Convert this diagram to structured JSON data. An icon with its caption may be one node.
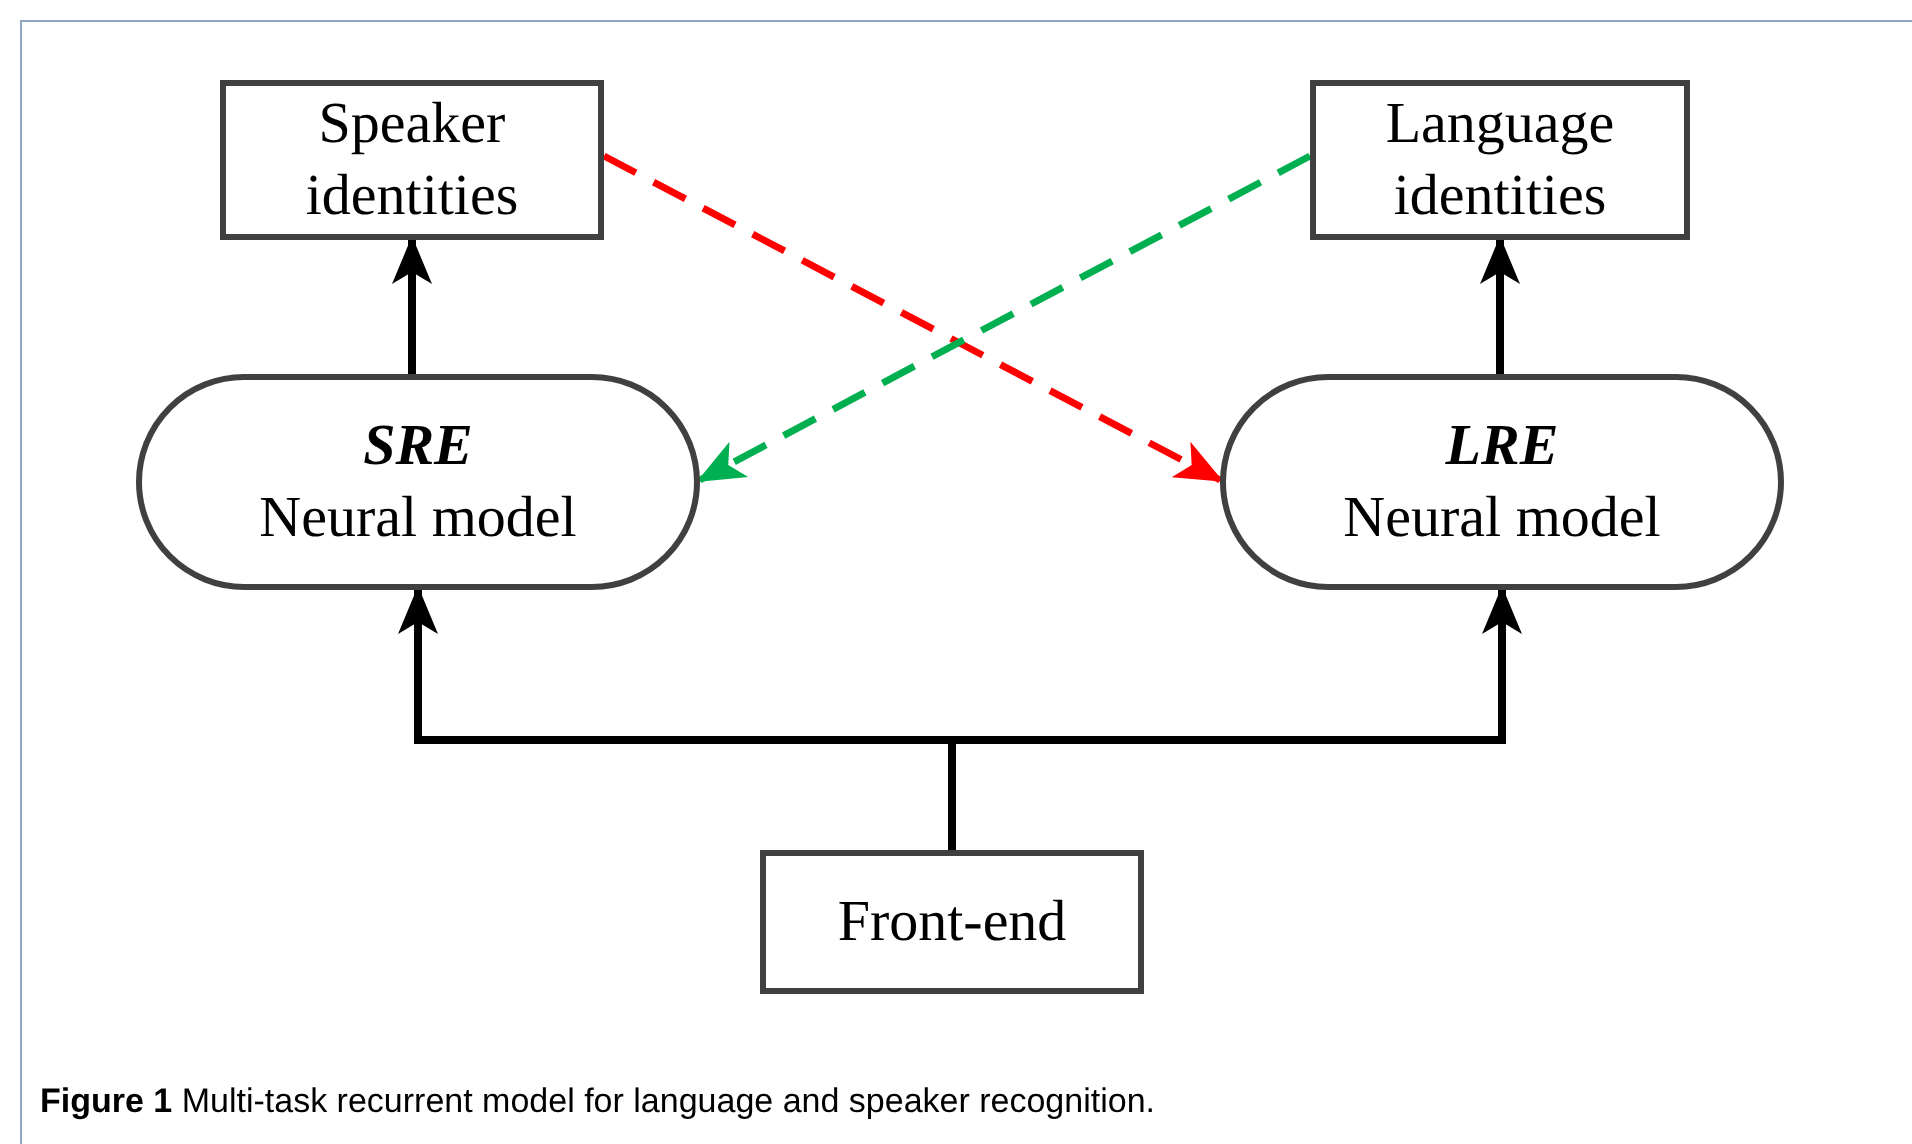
{
  "diagram": {
    "caption": "**Figure 1** Multi-task recurrent model for language and speaker recognition.",
    "nodes": [
      {
        "text": [
          "Speaker identities"
        ]
      },
      {
        "text": [
          "Language identities"
        ]
      },
      {
        "text": [
          "SRE",
          "Neural model"
        ]
      },
      {
        "text": [
          "LRE",
          "Neural model"
        ]
      },
      {
        "text": [
          "Front-end"
        ]
      }
    ],
    "edges": [
      {
        "from": 2,
        "to": 0,
        "arrow": "to"
      },
      {
        "from": 3,
        "to": 1,
        "arrow": "to"
      },
      {
        "from": 4,
        "to": 2,
        "arrow": "to"
      },
      {
        "from": 4,
        "to": 3,
        "arrow": "to"
      },
      {
        "from": 0,
        "to": 3,
        "arrow": "to",
        "style": "dashed",
        "color": "#ff0000"
      },
      {
        "from": 1,
        "to": 2,
        "arrow": "to",
        "style": "dashed",
        "color": "#00b050"
      }
    ]
  }
}
